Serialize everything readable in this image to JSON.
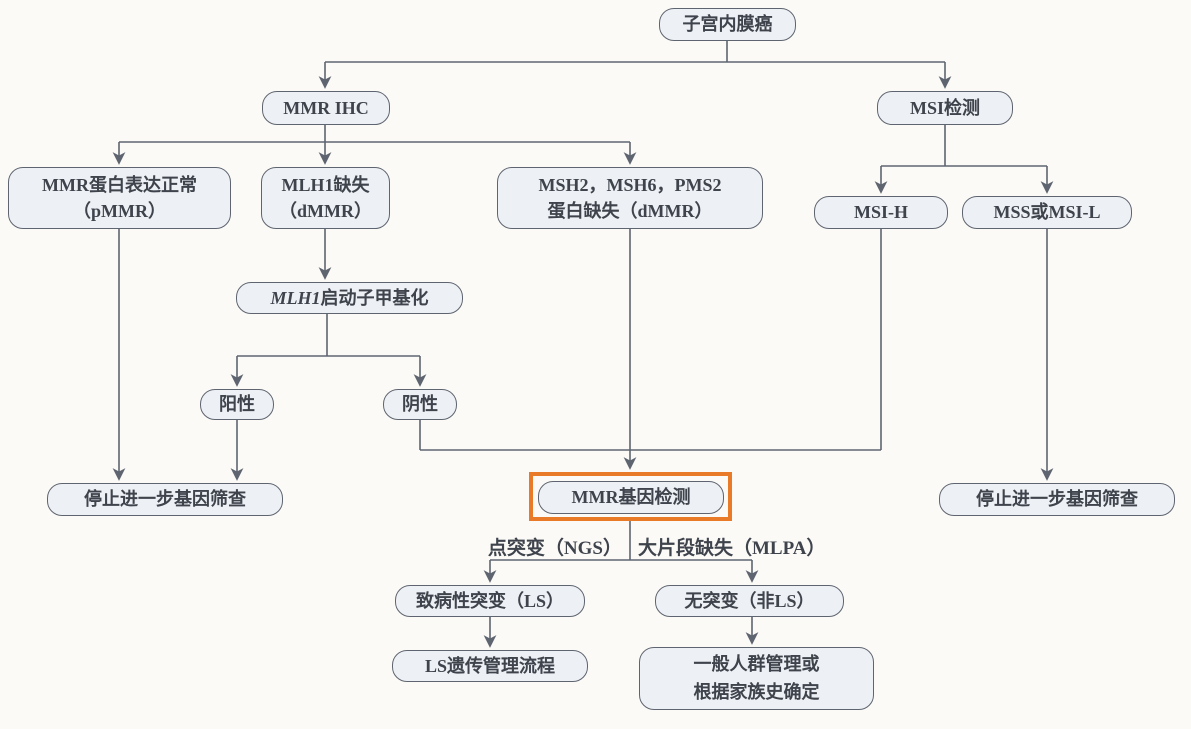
{
  "style": {
    "background": "#fbfaf7",
    "box_fill": "#edf0f4",
    "box_border": "#5f6570",
    "text_color": "#3e434c",
    "line_color": "#5f6570",
    "highlight_color": "#e87a28"
  },
  "nodes": {
    "endometrial_cancer": {
      "label": "子宫内膜癌"
    },
    "mmr_ihc": {
      "label": "MMR IHC"
    },
    "msi_test": {
      "label": "MSI检测"
    },
    "pmmr": {
      "label": "MMR蛋白表达正常\n（pMMR）"
    },
    "mlh1_loss": {
      "label": "MLH1缺失\n（dMMR）"
    },
    "msh_loss": {
      "label": "MSH2，MSH6，PMS2\n蛋白缺失（dMMR）"
    },
    "msi_h": {
      "label": "MSI-H"
    },
    "mss_msil": {
      "label": "MSS或MSI-L"
    },
    "mlh1_methylation": {
      "gene": "MLH1",
      "rest": "启动子甲基化"
    },
    "methylation_positive": {
      "label": "阳性"
    },
    "methylation_negative": {
      "label": "阴性"
    },
    "stop_screening_left": {
      "label": "停止进一步基因筛查"
    },
    "mmr_gene_test": {
      "label": "MMR基因检测"
    },
    "stop_screening_right": {
      "label": "停止进一步基因筛查"
    },
    "pathogenic_mutation": {
      "label": "致病性突变（LS）"
    },
    "no_mutation": {
      "label": "无突变（非LS）"
    },
    "ls_management": {
      "label": "LS遗传管理流程"
    },
    "general_management": {
      "label": "一般人群管理或\n根据家族史确定"
    }
  },
  "edge_labels": {
    "point_mutation": "点突变（NGS）",
    "large_deletion": "大片段缺失（MLPA）"
  }
}
